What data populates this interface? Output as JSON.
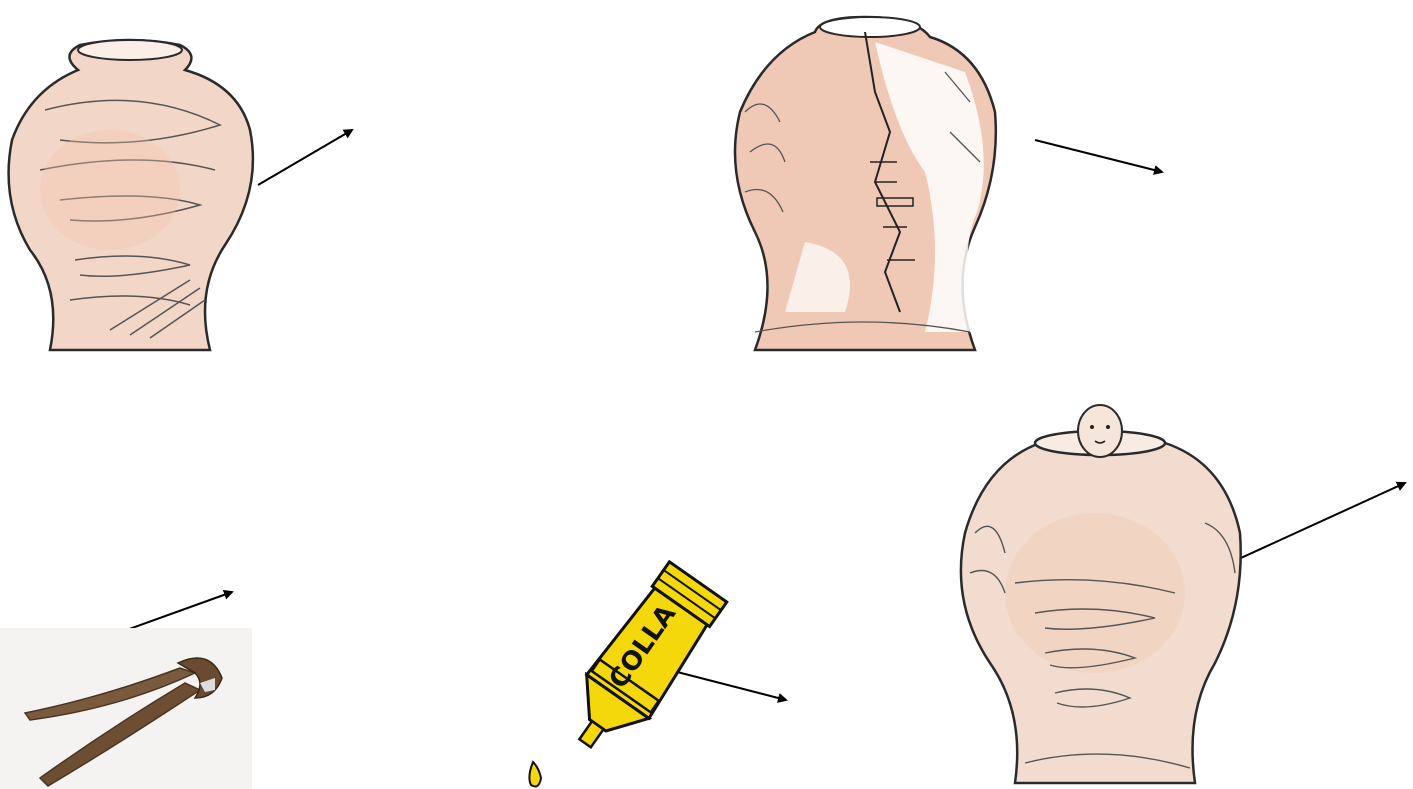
{
  "diagram": {
    "panels": [
      {
        "id": "jar-intact",
        "icon": "jar-sketch-icon"
      },
      {
        "id": "jar-cracked",
        "icon": "cracked-jar-sketch-icon"
      },
      {
        "id": "pliers",
        "icon": "pincers-icon"
      },
      {
        "id": "glue",
        "icon": "glue-tube-icon",
        "label": "COLLA"
      },
      {
        "id": "jar-with-head",
        "icon": "jar-with-head-sketch-icon"
      }
    ],
    "colors": {
      "paper": "#ffffff",
      "sketch_line": "#2a2a2a",
      "jar_fill": "#f2d6c8",
      "jar_fill_warm": "#f3c6a8",
      "crack_white": "#ffffff",
      "tube_yellow": "#f4d80c",
      "tube_outline": "#111111",
      "pliers_metal": "#7a5a3c",
      "arrow": "#000000"
    }
  }
}
